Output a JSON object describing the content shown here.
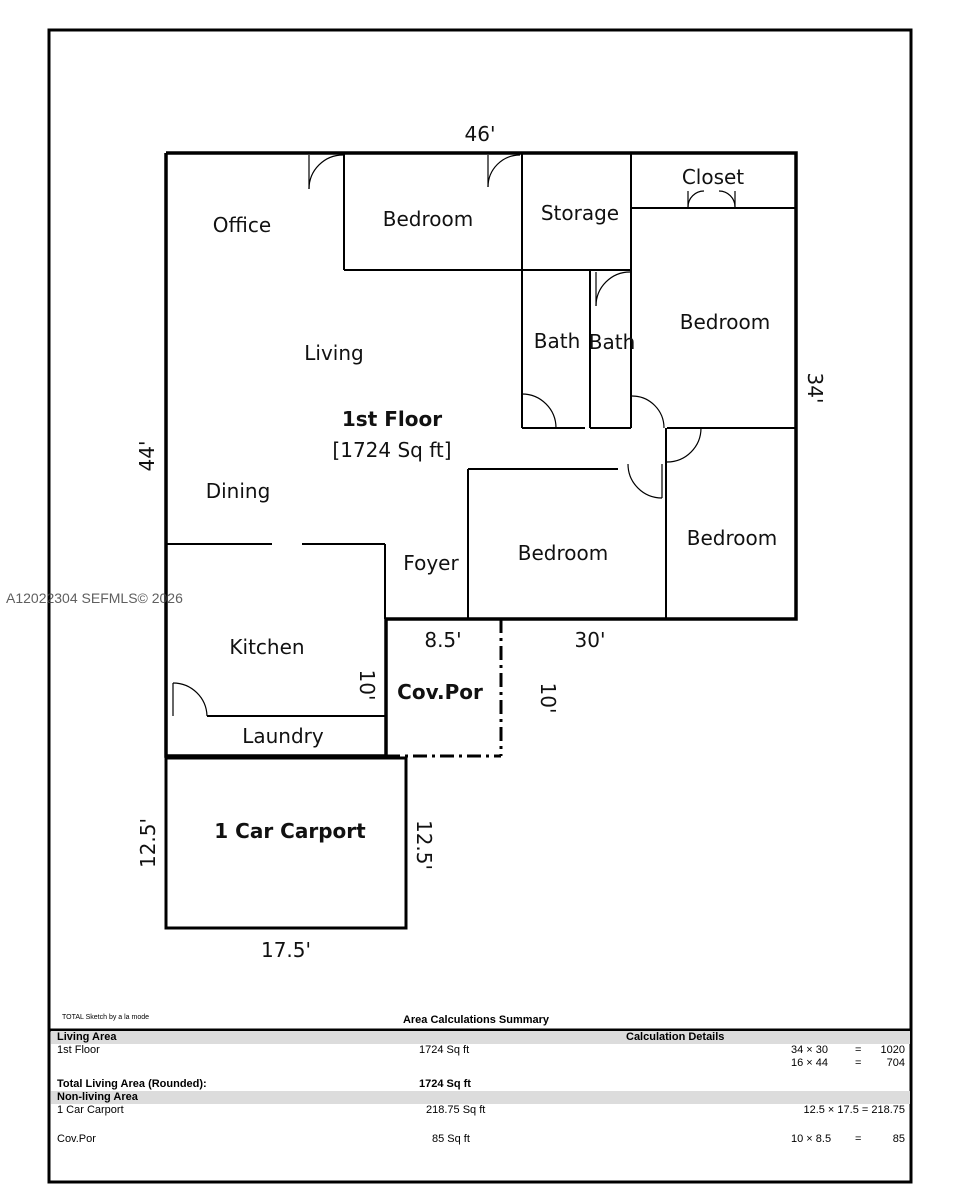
{
  "watermark": "A12022304  SEFMLS© 2026",
  "plan": {
    "floor_title": "1st Floor",
    "floor_area": "[1724 Sq ft]",
    "rooms": {
      "office": "Office",
      "bedroom_top": "Bedroom",
      "storage": "Storage",
      "closet": "Closet",
      "bedroom_right_upper": "Bedroom",
      "bath_1": "Bath",
      "bath_2": "Bath",
      "living": "Living",
      "dining": "Dining",
      "foyer": "Foyer",
      "bedroom_center": "Bedroom",
      "bedroom_right_lower": "Bedroom",
      "kitchen": "Kitchen",
      "laundry": "Laundry",
      "cov_por": "Cov.Por",
      "carport": "1 Car Carport"
    },
    "dimensions": {
      "top": "46'",
      "right": "34'",
      "left": "44'",
      "bottom_right": "30'",
      "porch_width": "8.5'",
      "porch_left": "10'",
      "porch_right": "10'",
      "carport_left": "12.5'",
      "carport_right": "12.5'",
      "carport_bottom": "17.5'"
    }
  },
  "summary": {
    "credit": "TOTAL Sketch by a la mode",
    "title": "Area Calculations Summary",
    "living_header": "Living Area",
    "details_header": "Calculation Details",
    "first_floor_label": "1st Floor",
    "first_floor_area": "1724 Sq ft",
    "calc1_expr": "34 × 30",
    "calc1_eq": "=",
    "calc1_val": "1020",
    "calc2_expr": "16 × 44",
    "calc2_eq": "=",
    "calc2_val": "704",
    "total_label": "Total Living Area (Rounded):",
    "total_value": "1724 Sq ft",
    "nonliving_header": "Non-living Area",
    "carport_label": "1 Car Carport",
    "carport_area": "218.75 Sq ft",
    "carport_calc": "12.5 × 17.5 = 218.75",
    "covpor_label": "Cov.Por",
    "covpor_area": "85 Sq ft",
    "covpor_expr": "10 × 8.5",
    "covpor_eq": "=",
    "covpor_val": "85"
  }
}
